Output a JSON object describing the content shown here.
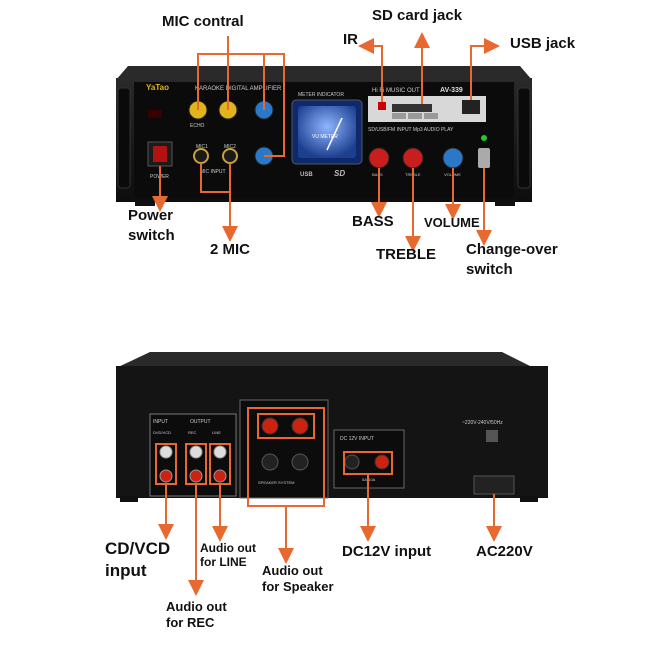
{
  "front_panel": {
    "brand": "YaTao",
    "product_line": "KARAOKE DIGITAL AMPLIFIER",
    "meter_label": "METER INDICATOR",
    "meter_face": "VU METER",
    "hifi_label": "Hi Fi MUSIC OUT",
    "model": "AV-339",
    "input_label": "SD/USB/FM INPUT Mp3 AUDIO PLAY",
    "mic_input_label": "MIC INPUT",
    "mic1": "MIC1",
    "mic2": "MIC2",
    "power_label": "POWER",
    "echo_label": "ECHO",
    "bass_knob_label": "BASS",
    "treble_knob_label": "TREBLE",
    "volume_knob_label": "VOLUME",
    "sd_logo": "SD",
    "usb_logo": "USB"
  },
  "front_callouts": {
    "mic_control": "MIC contral",
    "sd_card_jack": "SD card jack",
    "ir": "IR",
    "usb_jack": "USB jack",
    "power_switch_line1": "Power",
    "power_switch_line2": "switch",
    "two_mic": "2 MIC",
    "bass": "BASS",
    "treble": "TREBLE",
    "volume": "VOLUME",
    "changeover_line1": "Change-over",
    "changeover_line2": "switch"
  },
  "rear_panel": {
    "input_label": "INPUT",
    "output_label": "OUTPUT",
    "dvdvcd_label": "DVD/VCD",
    "rec_label": "REC",
    "line_label": "LINE",
    "speaker_label": "SPEAKER SYSTEM",
    "dc_label": "DC 12V INPUT",
    "fuse_label": "5A-10A",
    "ac_label": "~220V-240V/50Hz"
  },
  "rear_callouts": {
    "cdvcd_line1": "CD/VCD",
    "cdvcd_line2": "input",
    "audio_line_1": "Audio out",
    "audio_line_2": "for LINE",
    "audio_rec_1": "Audio out",
    "audio_rec_2": "for REC",
    "audio_spk_1": "Audio out",
    "audio_spk_2": "for Speaker",
    "dc12v": "DC12V input",
    "ac220v": "AC220V"
  },
  "colors": {
    "annotation": "#e8692f",
    "chassis": "#161616",
    "panel": "#0c0c0c",
    "knob_yellow": "#e0b41a",
    "knob_blue": "#2b78c8",
    "knob_red": "#c81e1e",
    "meter_blue": "#2a5fbf"
  }
}
